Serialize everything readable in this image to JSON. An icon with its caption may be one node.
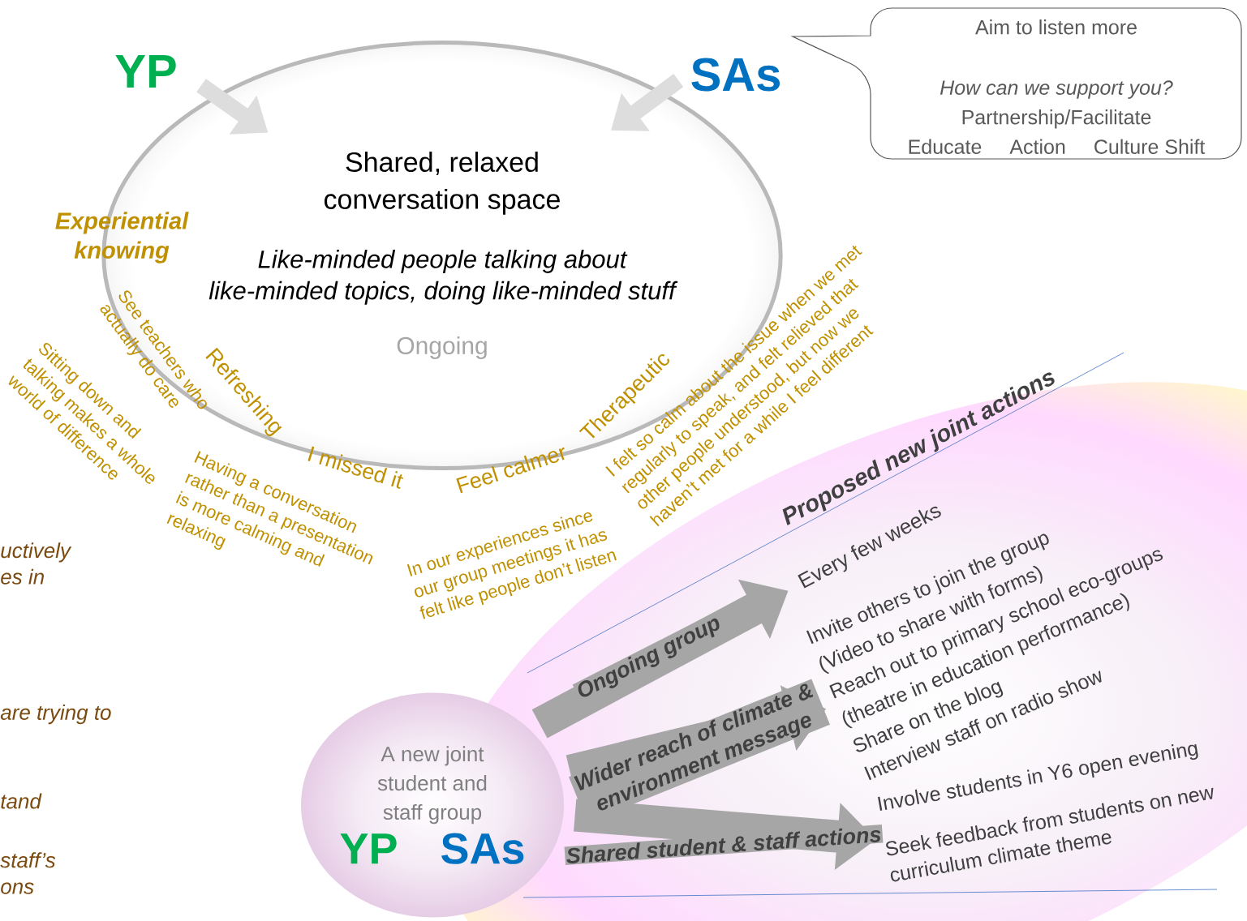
{
  "diagram": {
    "nodes": [
      {
        "text": [
          "YP"
        ]
      },
      {
        "text": [
          "SAs"
        ]
      },
      {
        "text": [
          "Shared, relaxed conversation space",
          "Like-minded people talking about like-minded topics, doing like-minded stuff",
          "Ongoing"
        ]
      },
      {
        "text": [
          "Aim to listen more",
          "How can we support you?",
          "Partnership/Facilitate",
          "Educate",
          "Action",
          "Culture Shift"
        ]
      },
      {
        "text": [
          "A new joint student and staff group",
          "YP",
          "SAs"
        ]
      },
      {
        "text": [
          "Every few weeks"
        ]
      },
      {
        "text": [
          "Invite others to join the group",
          "(Video to share with forms)",
          "Reach out to primary school eco-groups",
          "(theatre in education performance)",
          "Share on the blog",
          "Interview staff on radio show"
        ]
      },
      {
        "text": [
          "Involve students in Y6 open evening",
          "Seek feedback from students on new curriculum climate theme"
        ]
      }
    ],
    "edges": [
      {
        "from": 0,
        "to": 2,
        "arrow": "to"
      },
      {
        "from": 1,
        "to": 2,
        "arrow": "to"
      },
      {
        "from": 4,
        "to": 5,
        "arrow": "to",
        "label": "Ongoing group"
      },
      {
        "from": 4,
        "to": 6,
        "arrow": "to",
        "label": "Wider reach of climate & environment message"
      },
      {
        "from": 4,
        "to": 7,
        "arrow": "to",
        "label": "Shared student & staff actions"
      }
    ],
    "labels": [
      "Experiential knowing",
      "See teachers who actually do care",
      "Refreshing",
      "Sitting down and talking makes a whole world of difference",
      "I missed it",
      "Having a conversation rather than a presentation is more calming and relaxing",
      "Feel calmer",
      "Therapeutic",
      "I felt so calm about the issue when we met regularly to speak, and felt relieved that other people understood, but now we haven’t met for a while I feel different",
      "In our experiences since our group meetings it has felt like people don’t listen",
      "Proposed new joint actions",
      "uctively es in",
      "are trying to",
      "tand",
      "staff’s ons"
    ]
  }
}
